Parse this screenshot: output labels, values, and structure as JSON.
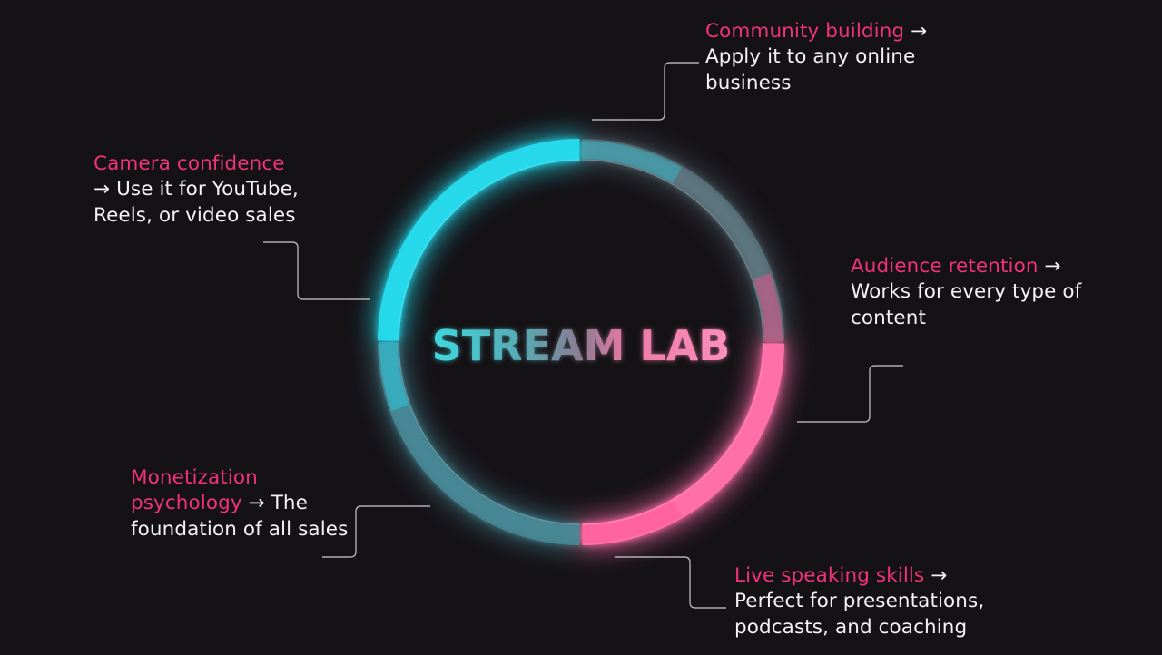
{
  "brand": {
    "title": "STREAM LAB",
    "colors": {
      "background": "#151216",
      "cyan": "#27d6e8",
      "pink": "#ff5c98",
      "highlight": "#f0327a",
      "text": "#f3eef2"
    }
  },
  "callouts": [
    {
      "id": "community",
      "highlight": "Community building",
      "arrow": "→",
      "body": "Apply it to any online business"
    },
    {
      "id": "camera",
      "highlight": "Camera confidence",
      "arrow": "→",
      "body": "Use it for YouTube, Reels, or video sales"
    },
    {
      "id": "audience",
      "highlight": "Audience retention",
      "arrow": "→",
      "body": "Works for every type of content"
    },
    {
      "id": "monetization",
      "highlight": "Monetization psychology",
      "arrow": "→",
      "body": "The foundation of all sales"
    },
    {
      "id": "live",
      "highlight": "Live speaking skills",
      "arrow": "→",
      "body": "Perfect for presentations, podcasts, and coaching"
    }
  ]
}
